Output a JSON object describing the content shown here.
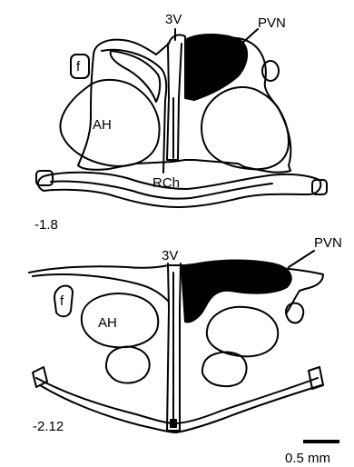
{
  "panels": [
    {
      "level": "-1.8",
      "labels": {
        "ventricle": "3V",
        "nucleus": "PVN",
        "fornix": "f",
        "anterior_hypothalamus": "AH",
        "retrochiasmatic": "RCh"
      }
    },
    {
      "level": "-2.12",
      "labels": {
        "ventricle": "3V",
        "nucleus": "PVN",
        "fornix": "f",
        "anterior_hypothalamus": "AH"
      }
    }
  ],
  "scale_bar": {
    "label": "0.5 mm"
  },
  "colors": {
    "ink": "#000000",
    "background": "#ffffff"
  }
}
